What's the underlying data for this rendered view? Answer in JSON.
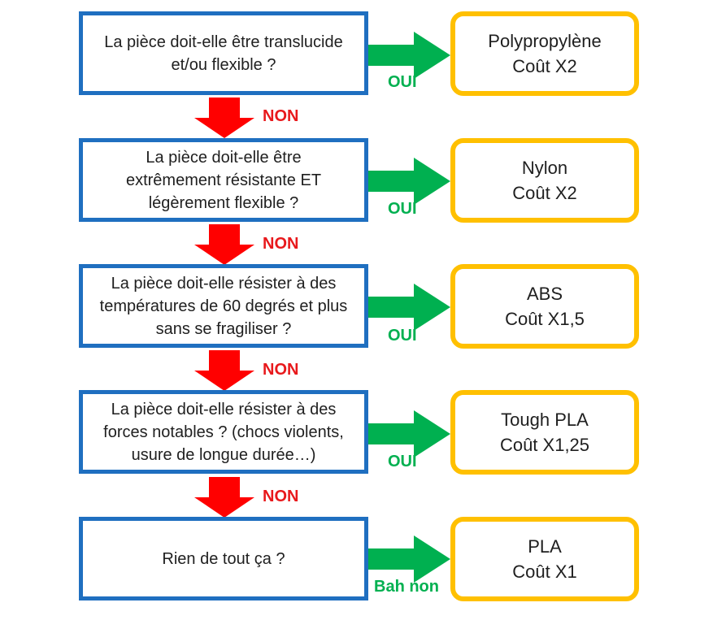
{
  "colors": {
    "question_border": "#1f6fc0",
    "answer_border": "#ffc000",
    "yes_arrow": "#00b050",
    "no_arrow": "#ff0000",
    "no_text": "#e8191c",
    "yes_text": "#00b050"
  },
  "steps": [
    {
      "question": "La pièce doit-elle être translucide\net/ou flexible ?",
      "yes_label": "OUI",
      "material": "Polypropylène",
      "cost": "Coût X2",
      "no_label": "NON"
    },
    {
      "question": "La pièce doit-elle être\nextrêmement résistante ET\nlégèrement flexible ?",
      "yes_label": "OUI",
      "material": "Nylon",
      "cost": "Coût X2",
      "no_label": "NON"
    },
    {
      "question": "La pièce doit-elle résister à des\ntempératures de 60 degrés et plus\nsans se fragiliser ?",
      "yes_label": "OUI",
      "material": "ABS",
      "cost": "Coût X1,5",
      "no_label": "NON"
    },
    {
      "question": "La pièce doit-elle résister à des\nforces notables ? (chocs violents,\nusure de longue durée…)",
      "yes_label": "OUI",
      "material": "Tough PLA",
      "cost": "Coût X1,25",
      "no_label": "NON"
    },
    {
      "question": "Rien de tout ça ?",
      "yes_label": "Bah non",
      "material": "PLA",
      "cost": "Coût X1"
    }
  ]
}
